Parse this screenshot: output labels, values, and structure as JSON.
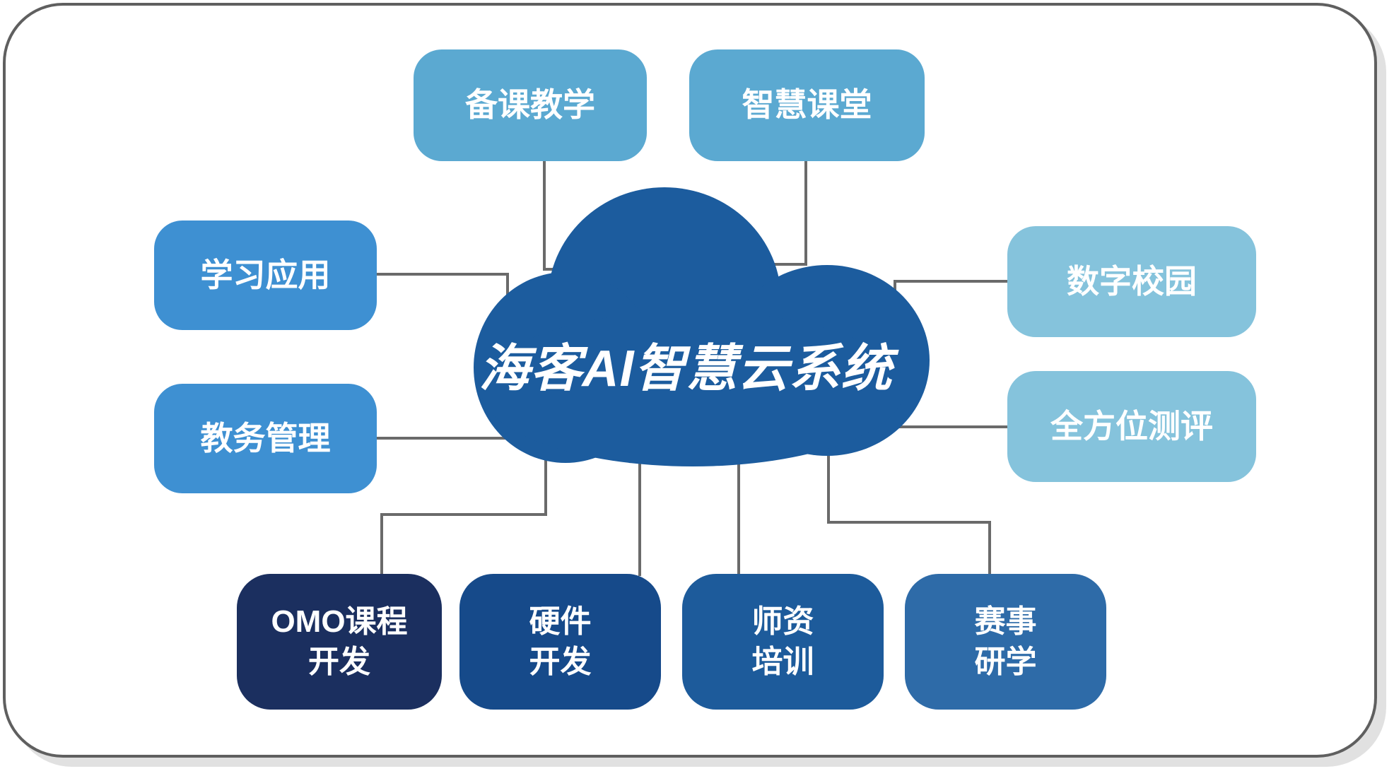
{
  "frame": {
    "border_color": "#5f5f5f",
    "shadow_color": "#e1e1e1",
    "background": "#ffffff"
  },
  "connectors": {
    "color": "#6a6a6a"
  },
  "center": {
    "label": "海客AI智慧云系统",
    "fill": "#1C5C9E",
    "text_color": "#ffffff"
  },
  "nodes": {
    "top": [
      {
        "label": "备课教学",
        "fill": "#5BA9D1"
      },
      {
        "label": "智慧课堂",
        "fill": "#5BA9D1"
      }
    ],
    "left": [
      {
        "label": "学习应用",
        "fill": "#3E90D2"
      },
      {
        "label": "教务管理",
        "fill": "#3E90D2"
      }
    ],
    "right": [
      {
        "label": "数字校园",
        "fill": "#85C3DC"
      },
      {
        "label": "全方位测评",
        "fill": "#85C3DC"
      }
    ],
    "bottom": [
      {
        "lines": [
          "OMO课程",
          "开发"
        ],
        "fill": "#1B2F5F"
      },
      {
        "lines": [
          "硬件",
          "开发"
        ],
        "fill": "#164A8A"
      },
      {
        "lines": [
          "师资",
          "培训"
        ],
        "fill": "#1D5B9B"
      },
      {
        "lines": [
          "赛事",
          "研学"
        ],
        "fill": "#2E6BA8"
      }
    ]
  }
}
